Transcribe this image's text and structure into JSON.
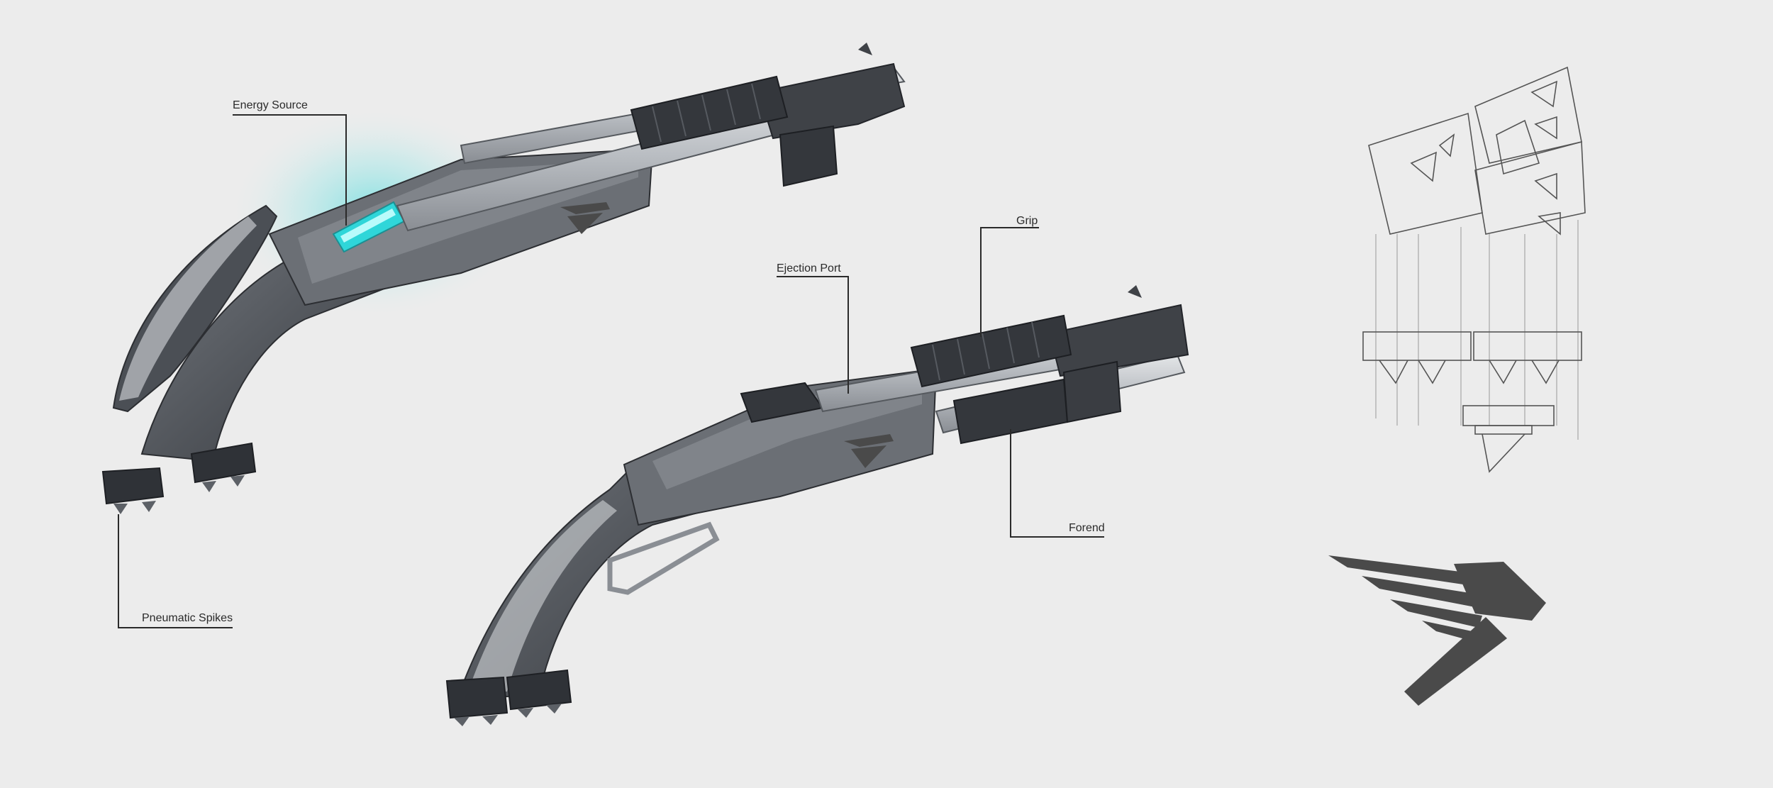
{
  "labels": {
    "energy_source": "Energy Source",
    "pneumatic_spikes": "Pneumatic Spikes",
    "ejection_port": "Ejection Port",
    "grip": "Grip",
    "forend": "Forend"
  },
  "icons": [
    "shotgun-illustration",
    "spike-plate-sketch",
    "winged-hammer-logo"
  ],
  "colors": {
    "background": "#ececec",
    "body_dark": "#3f4247",
    "body_mid": "#6b6f75",
    "metal_light": "#c9ccd0",
    "energy_glow": "#2fd6d9",
    "logo": "#4a4a4a",
    "callout_line": "#2a2a2a"
  }
}
